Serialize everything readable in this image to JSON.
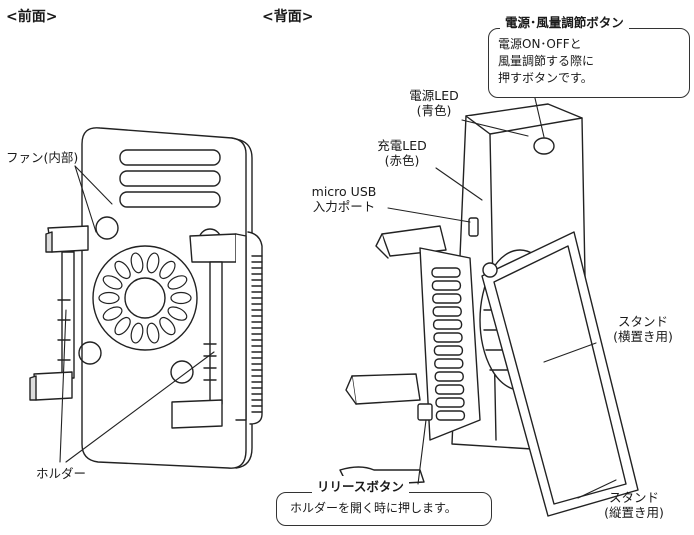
{
  "headers": {
    "front": "<前面>",
    "back": "<背面>"
  },
  "labels": {
    "fan": "ファン(内部)",
    "holder": "ホルダー",
    "power_led_line1": "電源LED",
    "power_led_line2": "(青色)",
    "charge_led_line1": "充電LED",
    "charge_led_line2": "(赤色)",
    "usb_line1": "micro USB",
    "usb_line2": "入力ポート",
    "stand_h_line1": "スタンド",
    "stand_h_line2": "(横置き用)",
    "stand_v_line1": "スタンド",
    "stand_v_line2": "(縦置き用)"
  },
  "callouts": {
    "power_button": {
      "title": "電源･風量調節ボタン",
      "lines": [
        "電源ON･OFFと",
        "風量調節する際に",
        "押すボタンです。"
      ]
    },
    "release_button": {
      "title": "リリースボタン",
      "body": "ホルダーを開く時に押します。"
    }
  }
}
